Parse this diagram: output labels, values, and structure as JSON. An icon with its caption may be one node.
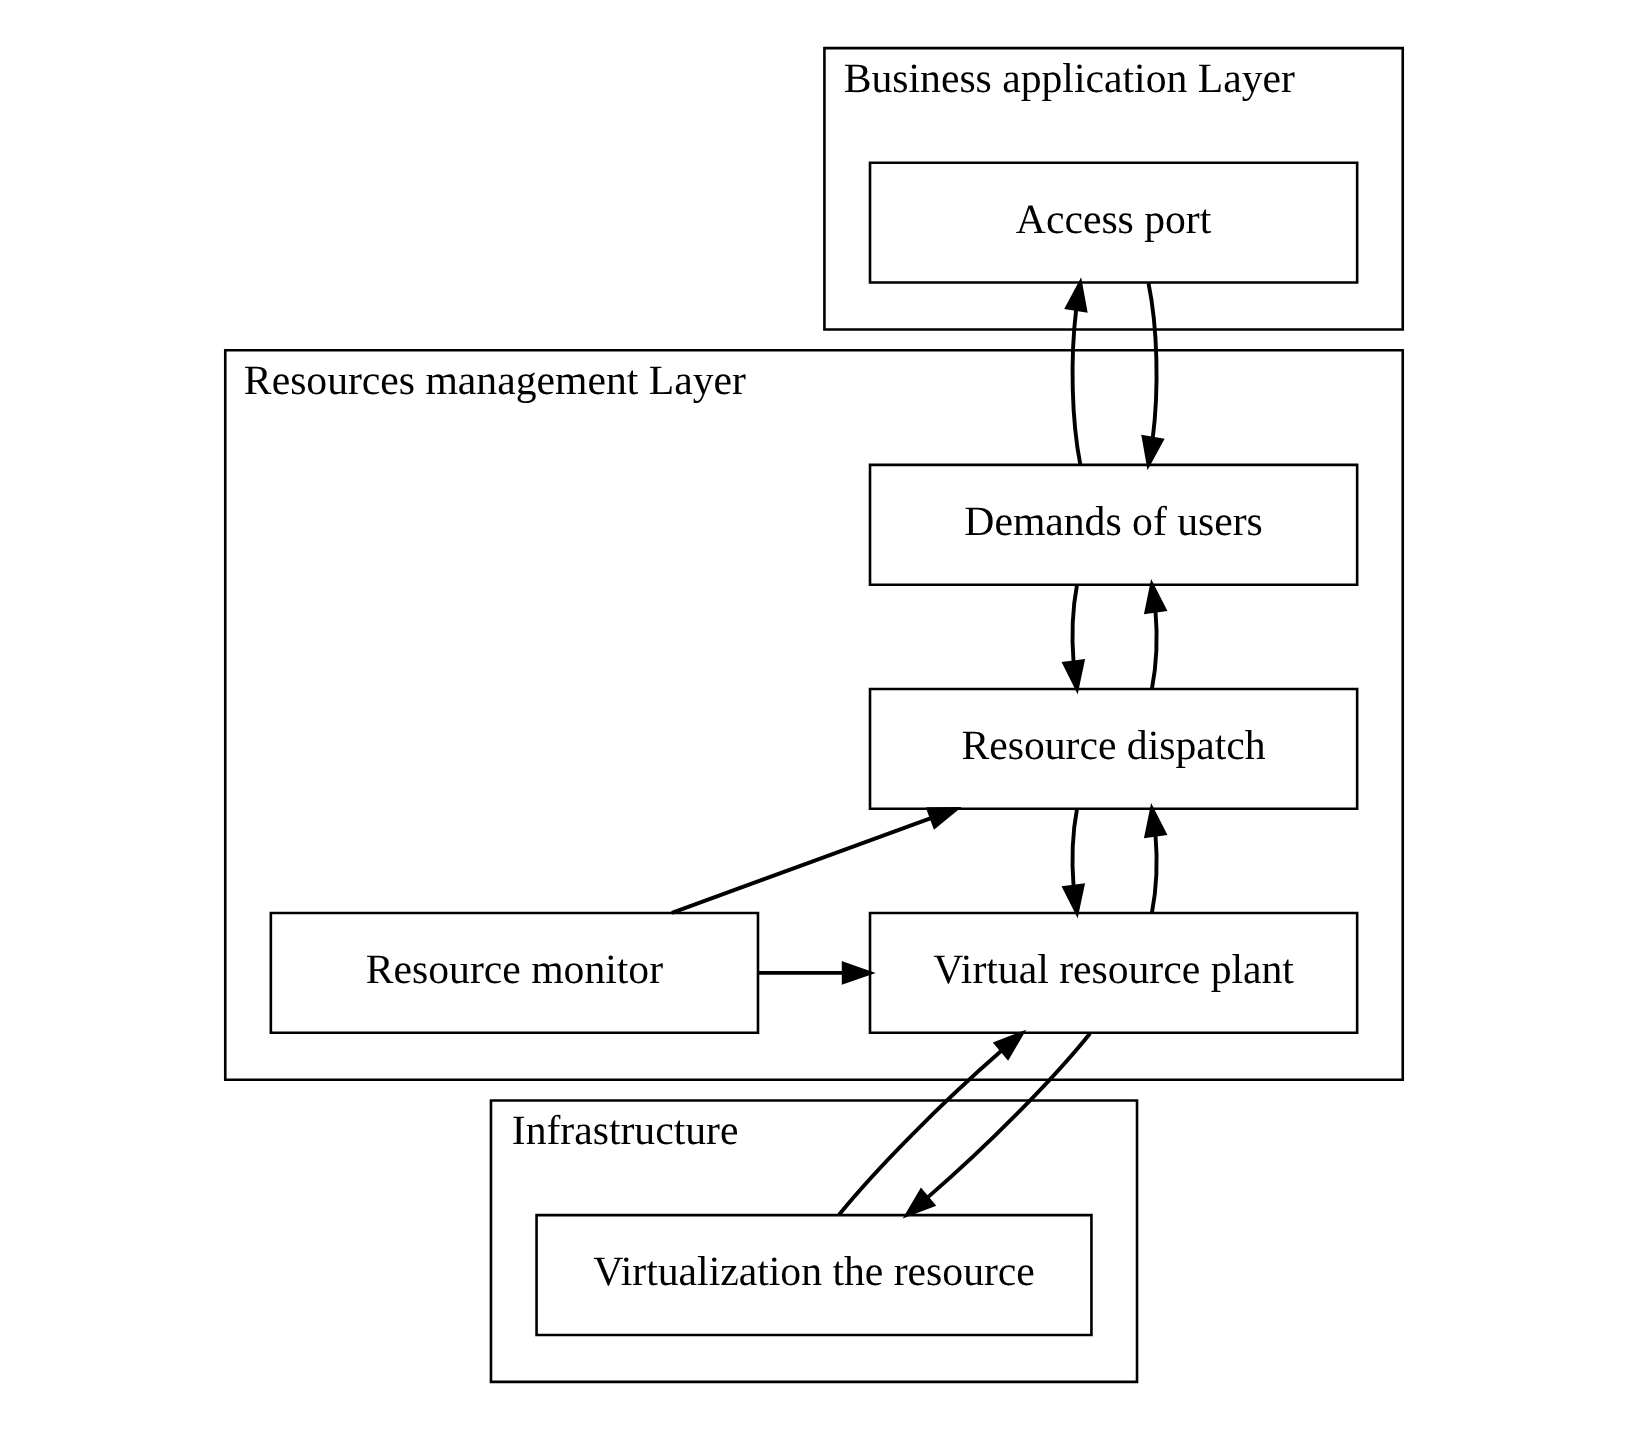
{
  "diagram": {
    "nodes": [
      {
        "text": [
          "Business application Layer"
        ]
      },
      {
        "text": [
          "Access port"
        ],
        "in": 0
      },
      {
        "text": [
          "Resources management Layer"
        ]
      },
      {
        "text": [
          "Demands of users"
        ],
        "in": 2
      },
      {
        "text": [
          "Resource dispatch"
        ],
        "in": 2
      },
      {
        "text": [
          "Resource monitor"
        ],
        "in": 2
      },
      {
        "text": [
          "Virtual resource plant"
        ],
        "in": 2
      },
      {
        "text": [
          "Infrastructure"
        ]
      },
      {
        "text": [
          "Virtualization the resource"
        ],
        "in": 7
      }
    ],
    "edges": [
      {
        "from": 3,
        "to": 1,
        "arrow": "to"
      },
      {
        "from": 1,
        "to": 3,
        "arrow": "to"
      },
      {
        "from": 4,
        "to": 3,
        "arrow": "to"
      },
      {
        "from": 3,
        "to": 4,
        "arrow": "to"
      },
      {
        "from": 5,
        "to": 4,
        "arrow": "to"
      },
      {
        "from": 6,
        "to": 4,
        "arrow": "to"
      },
      {
        "from": 4,
        "to": 6,
        "arrow": "to"
      },
      {
        "from": 5,
        "to": 6,
        "arrow": "to"
      },
      {
        "from": 8,
        "to": 6,
        "arrow": "to"
      },
      {
        "from": 6,
        "to": 8,
        "arrow": "to"
      }
    ]
  }
}
